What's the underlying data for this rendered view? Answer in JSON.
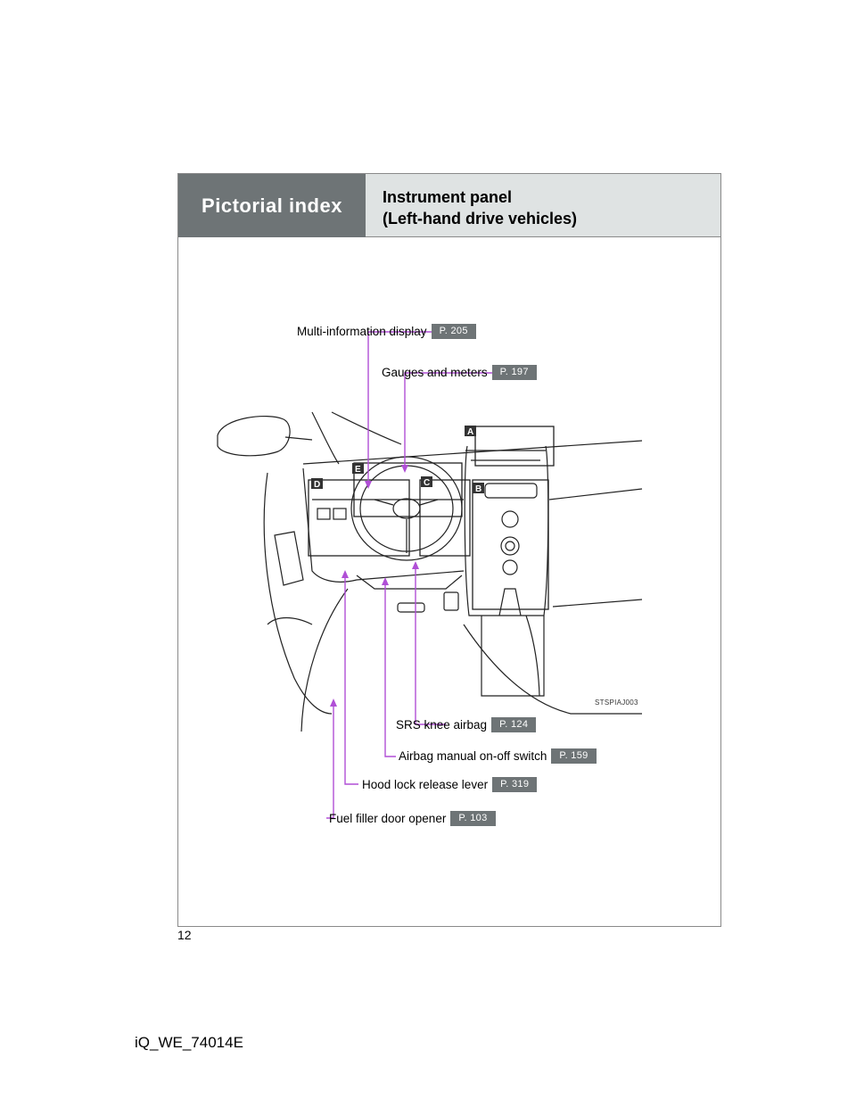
{
  "header": {
    "section": "Pictorial index",
    "title_line1": "Instrument panel",
    "title_line2": "(Left-hand drive vehicles)"
  },
  "callouts": [
    {
      "label": "Multi-information display",
      "page": "P. 205"
    },
    {
      "label": "Gauges and meters",
      "page": "P. 197"
    },
    {
      "label": "SRS knee airbag",
      "page": "P. 124"
    },
    {
      "label": "Airbag manual on-off switch",
      "page": "P. 159"
    },
    {
      "label": "Hood lock release lever",
      "page": "P. 319"
    },
    {
      "label": "Fuel filler door opener",
      "page": "P. 103"
    }
  ],
  "area_labels": [
    "A",
    "B",
    "C",
    "D",
    "E"
  ],
  "illustration_code": "STSPIAJ003",
  "page_number": "12",
  "doc_id": "iQ_WE_74014E",
  "colors": {
    "header_dark": "#6e7476",
    "header_light": "#dfe3e3",
    "leader_line": "#b04fd6"
  }
}
